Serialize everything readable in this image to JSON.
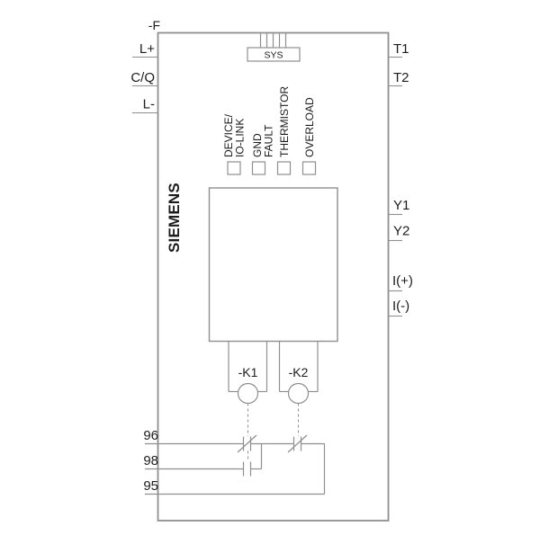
{
  "diagram": {
    "designation": "-F",
    "brand": "SIEMENS",
    "connector_label": "SYS",
    "terminals_left": [
      "L+",
      "C/Q",
      "L-"
    ],
    "terminals_right": [
      "T1",
      "T2",
      "Y1",
      "Y2",
      "I(+)",
      "I(-)"
    ],
    "terminals_bottom": [
      "96",
      "98",
      "95"
    ],
    "led_labels": [
      [
        "DEVICE/",
        "IO-LINK"
      ],
      [
        "GND",
        "FAULT"
      ],
      [
        "THERMISTOR"
      ],
      [
        "OVERLOAD"
      ]
    ],
    "relay_labels": [
      "-K1",
      "-K2"
    ],
    "colors": {
      "line": "#8f8f8f",
      "text": "#1c1c1c",
      "background": "#ffffff"
    }
  }
}
